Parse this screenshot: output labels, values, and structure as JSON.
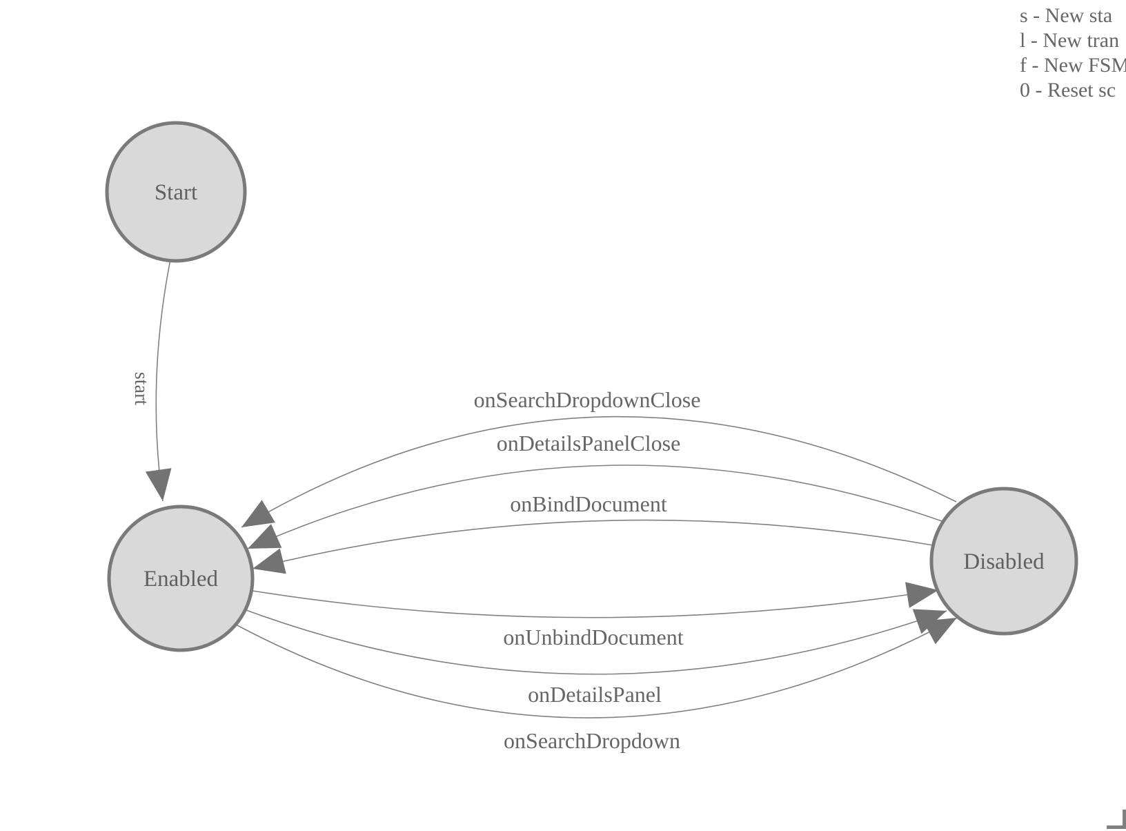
{
  "legend": {
    "lines": [
      "s - New sta",
      "l - New tran",
      "f - New FSM",
      "0 - Reset sc"
    ]
  },
  "nodes": {
    "start": {
      "label": "Start"
    },
    "enabled": {
      "label": "Enabled"
    },
    "disabled": {
      "label": "Disabled"
    }
  },
  "edges": {
    "start": {
      "label": "start",
      "from": "Start",
      "to": "Enabled"
    },
    "onSearchDropdownClose": {
      "label": "onSearchDropdownClose",
      "from": "Disabled",
      "to": "Enabled"
    },
    "onDetailsPanelClose": {
      "label": "onDetailsPanelClose",
      "from": "Disabled",
      "to": "Enabled"
    },
    "onBindDocument": {
      "label": "onBindDocument",
      "from": "Disabled",
      "to": "Enabled"
    },
    "onUnbindDocument": {
      "label": "onUnbindDocument",
      "from": "Enabled",
      "to": "Disabled"
    },
    "onDetailsPanel": {
      "label": "onDetailsPanel",
      "from": "Enabled",
      "to": "Disabled"
    },
    "onSearchDropdown": {
      "label": "onSearchDropdown",
      "from": "Enabled",
      "to": "Disabled"
    }
  },
  "colors": {
    "node_fill": "#d9d9d9",
    "node_stroke": "#7a7a7a",
    "node_text": "#606060",
    "edge_stroke": "#818181",
    "arrowhead": "#737373",
    "label_text": "#666666",
    "legend_text": "#666666",
    "corner_bracket": "#808080"
  }
}
